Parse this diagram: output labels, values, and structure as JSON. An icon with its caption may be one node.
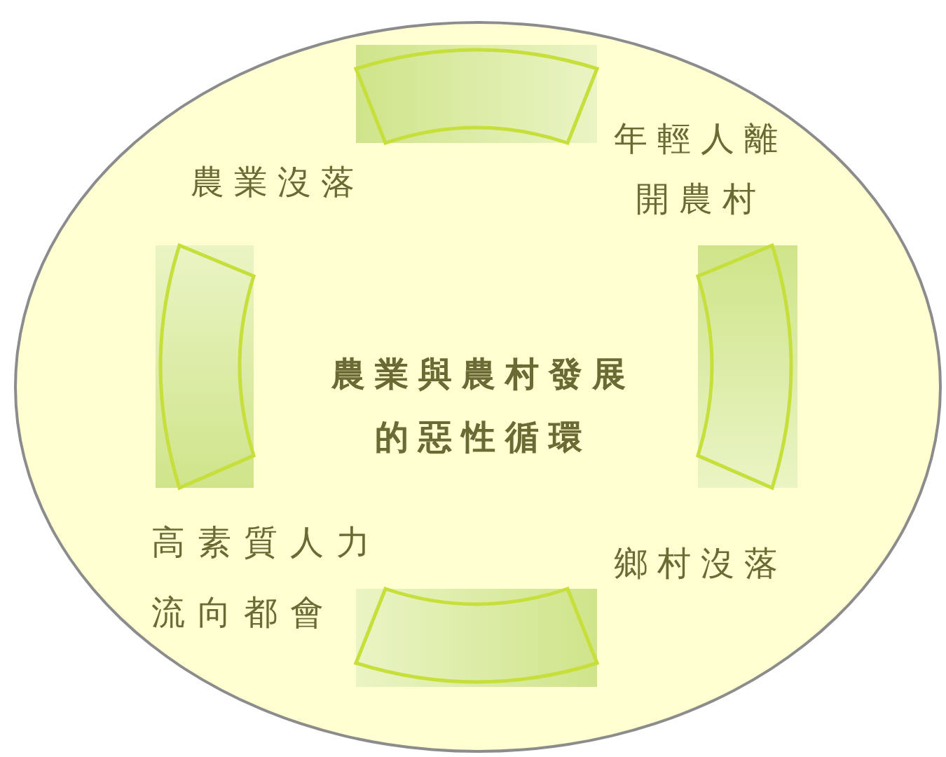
{
  "diagram": {
    "nodes": [
      {
        "text": [
          "農業與農村發展的惡性循環"
        ]
      },
      {
        "text": [],
        "shape": "arc",
        "in": 0
      },
      {
        "text": [
          "年輕人離開農村"
        ],
        "in": 0
      },
      {
        "text": [
          "農業沒落"
        ],
        "in": 0
      },
      {
        "text": [],
        "shape": "arc",
        "in": 0
      },
      {
        "text": [],
        "shape": "arc",
        "in": 0
      },
      {
        "text": [
          "鄉村沒落"
        ],
        "in": 0
      },
      {
        "text": [
          "高素質人力流向都會"
        ],
        "in": 0
      },
      {
        "text": [],
        "shape": "arc",
        "in": 0
      }
    ]
  }
}
